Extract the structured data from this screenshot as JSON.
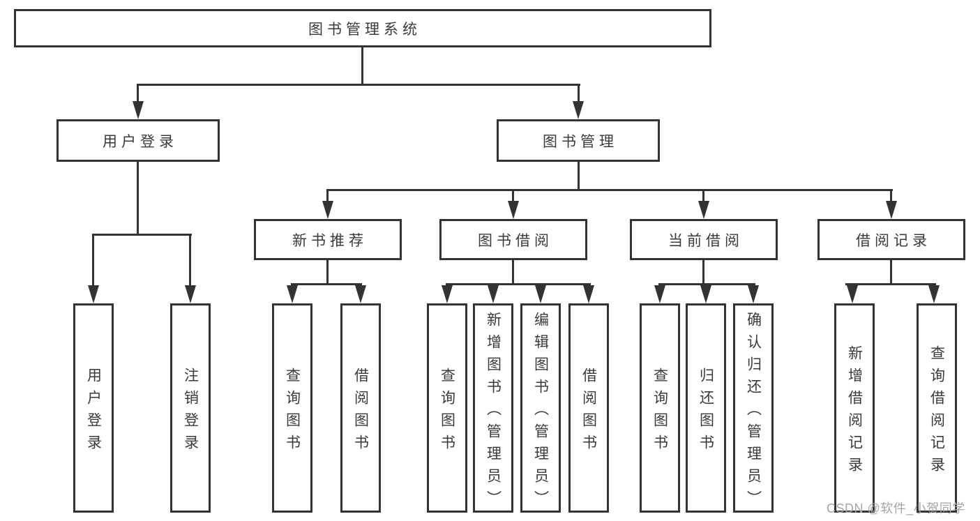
{
  "diagram": {
    "root": {
      "label": "图书管理系统"
    },
    "branches": [
      {
        "label": "用户登录",
        "children": [
          {
            "label": "用户登录"
          },
          {
            "label": "注销登录"
          }
        ]
      },
      {
        "label": "图书管理",
        "children": [
          {
            "label": "新书推荐",
            "children": [
              {
                "label": "查询图书"
              },
              {
                "label": "借阅图书"
              }
            ]
          },
          {
            "label": "图书借阅",
            "children": [
              {
                "label": "查询图书"
              },
              {
                "label": "新增图书（管理员）"
              },
              {
                "label": "编辑图书（管理员）"
              },
              {
                "label": "借阅图书"
              }
            ]
          },
          {
            "label": "当前借阅",
            "children": [
              {
                "label": "查询图书"
              },
              {
                "label": "归还图书"
              },
              {
                "label": "确认归还（管理员）"
              }
            ]
          },
          {
            "label": "借阅记录",
            "children": [
              {
                "label": "新增借阅记录"
              },
              {
                "label": "查询借阅记录"
              }
            ]
          }
        ]
      }
    ]
  },
  "watermark": {
    "text": "CSDN @软件_小贺同学"
  },
  "colors": {
    "line": "#333333",
    "text": "#3a3a3a",
    "box_background": "#ffffff",
    "watermark": "#a5a5a5"
  }
}
